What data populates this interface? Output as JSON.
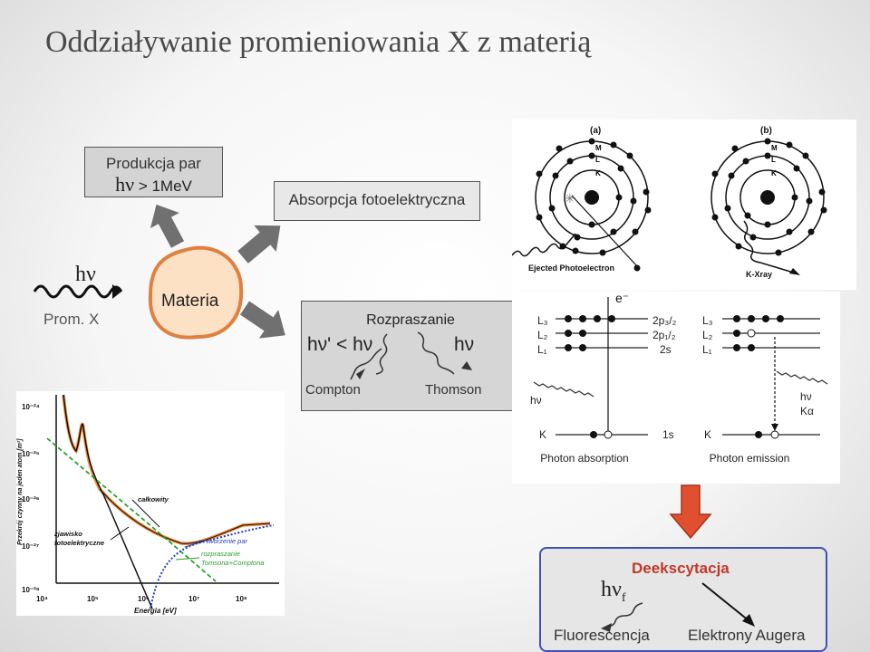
{
  "title": "Oddziaływanie promieniowania X z materią",
  "pair": {
    "title": "Produkcja par",
    "hv": "hν",
    "threshold": "> 1MeV"
  },
  "photo_abs": {
    "label": "Absorpcja fotoelektryczna"
  },
  "source": {
    "hv": "hν",
    "label": "Prom. X"
  },
  "matter": {
    "label": "Materia"
  },
  "scattering": {
    "title": "Rozpraszanie",
    "compton_expr": "hν' < hν",
    "thomson_hv": "hν",
    "compton_label": "Compton",
    "thomson_label": "Thomson"
  },
  "atoms": {
    "label_a": "(a)",
    "label_b": "(b)",
    "shell_m": "M",
    "shell_l": "L",
    "shell_k": "K",
    "ejected": "Ejected Photoelectron",
    "kxray": "K-Xray"
  },
  "levels": {
    "electron": "e⁻",
    "l3": "L₃",
    "l2": "L₂",
    "l1": "L₁",
    "k": "K",
    "p32": "2p₃/₂",
    "p12": "2p₁/₂",
    "s2": "2s",
    "s1": "1s",
    "hv": "hν",
    "ka": "Kα",
    "hv_ka": "hν",
    "absorption": "Photon absorption",
    "emission": "Photon emission"
  },
  "graph": {
    "ylabel": "Przekrój czynny na jeden atom [m²]",
    "xlabel": "Energia [eV]",
    "y_ticks": [
      "10⁻²⁴",
      "10⁻²⁵",
      "10⁻²⁶",
      "10⁻²⁷",
      "10⁻²⁸"
    ],
    "x_ticks": [
      "10⁴",
      "10⁵",
      "10⁶",
      "10⁷",
      "10⁸"
    ],
    "lbl_total": "całkowity",
    "lbl_photo_1": "zjawisko",
    "lbl_photo_2": "fotoelektryczne",
    "lbl_pair": "tworzenie par",
    "lbl_scat_1": "rozpraszanie",
    "lbl_scat_2": "Tomsona+Comptona"
  },
  "deex": {
    "title": "Deekscytacja",
    "hvf": "hν",
    "hvf_sub": "f",
    "fluo": "Fluorescencja",
    "auger": "Elektrony Augera"
  },
  "colors": {
    "arrow": "#707070",
    "blob_fill": "#fde1c4",
    "blob_stroke": "#e08040",
    "deex_border": "#4050b5",
    "deex_title": "#c0392b",
    "down_arrow": "#e05030",
    "total_curve": "#f08a3c",
    "scatter_curve": "#2ca02c",
    "pair_curve": "#1f3fbf"
  }
}
